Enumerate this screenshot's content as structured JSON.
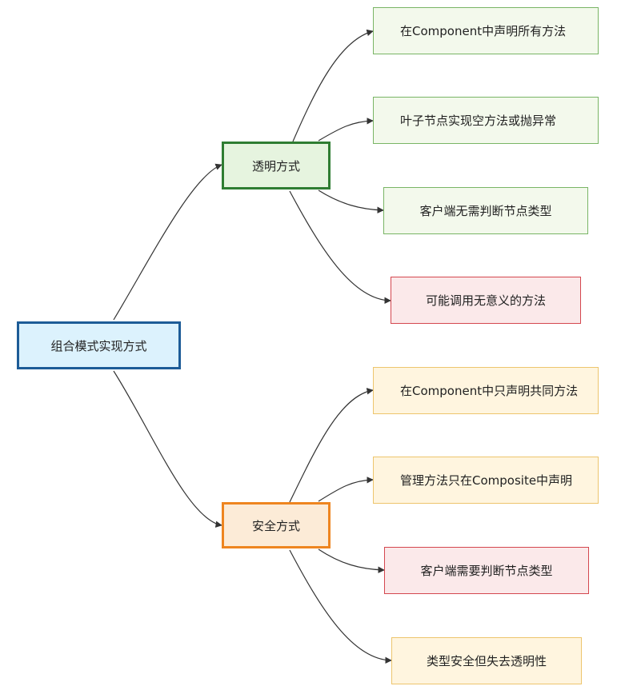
{
  "diagram": {
    "root": {
      "label": "组合模式实现方式"
    },
    "branches": [
      {
        "label": "透明方式",
        "leaves": [
          {
            "label": "在Component中声明所有方法",
            "tone": "positive"
          },
          {
            "label": "叶子节点实现空方法或抛异常",
            "tone": "positive"
          },
          {
            "label": "客户端无需判断节点类型",
            "tone": "positive"
          },
          {
            "label": "可能调用无意义的方法",
            "tone": "negative"
          }
        ]
      },
      {
        "label": "安全方式",
        "leaves": [
          {
            "label": "在Component中只声明共同方法",
            "tone": "neutral"
          },
          {
            "label": "管理方法只在Composite中声明",
            "tone": "neutral"
          },
          {
            "label": "客户端需要判断节点类型",
            "tone": "negative"
          },
          {
            "label": "类型安全但失去透明性",
            "tone": "neutral"
          }
        ]
      }
    ]
  },
  "colors": {
    "root_fill": "#dcf2fd",
    "root_stroke": "#1d5c97",
    "transparent_fill": "#e6f4df",
    "transparent_stroke": "#2f7d32",
    "safe_fill": "#fcebd7",
    "safe_stroke": "#ee8520",
    "positive_fill": "#f3f9ec",
    "positive_stroke": "#79b565",
    "negative_fill": "#fbe9ea",
    "negative_stroke": "#d4474f",
    "neutral_fill": "#fff5df",
    "neutral_stroke": "#edc56d",
    "connector": "#333333"
  }
}
